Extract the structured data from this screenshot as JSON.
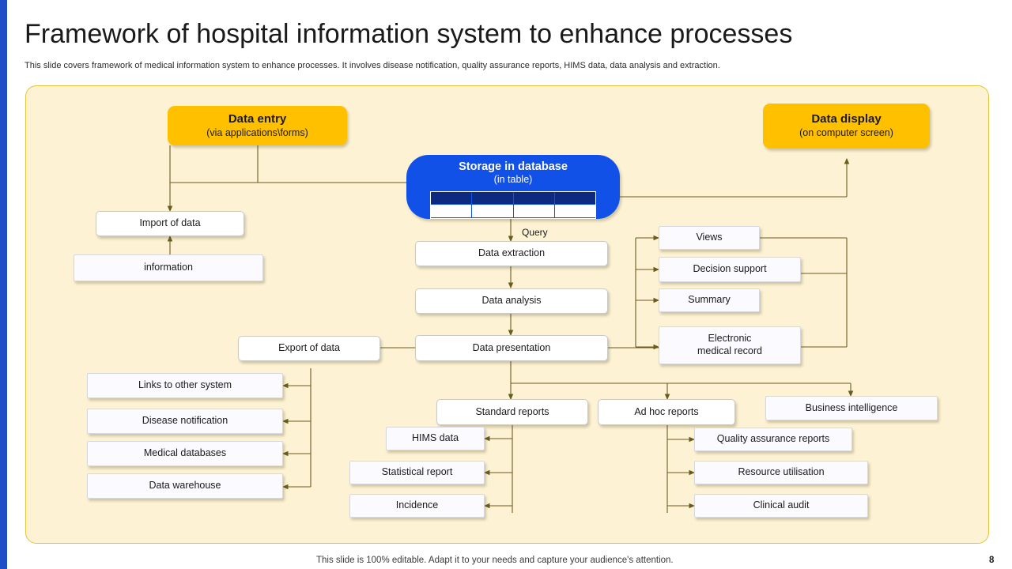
{
  "slide": {
    "title": "Framework of hospital information system to enhance processes",
    "subtitle": "This slide covers framework of medical information system to enhance processes. It involves disease notification, quality assurance reports, HIMS data, data analysis and extraction.",
    "footer": "This slide is 100% editable. Adapt it to your needs and capture your audience's attention.",
    "page_number": "8",
    "accent_color": "#1f4ec9",
    "panel_color": "#fdf3d4",
    "highlight_color": "#ffc000",
    "database_color": "#1151e8"
  },
  "diagram": {
    "data_entry": {
      "line1": "Data entry",
      "line2": "(via applications\\forms)"
    },
    "data_display": {
      "line1": "Data display",
      "line2": "(on computer screen)"
    },
    "database": {
      "line1": "Storage in database",
      "line2": "(in table)"
    },
    "query_label": "Query",
    "left_nodes": [
      {
        "label": "Import of data"
      },
      {
        "label": "information"
      }
    ],
    "center_chain": [
      {
        "label": "Data extraction"
      },
      {
        "label": "Data analysis"
      },
      {
        "label": "Data presentation"
      }
    ],
    "export_node": {
      "label": "Export of data"
    },
    "export_children": [
      {
        "label": "Links to other system"
      },
      {
        "label": "Disease notification"
      },
      {
        "label": "Medical databases"
      },
      {
        "label": "Data warehouse"
      }
    ],
    "display_children": [
      {
        "label": "Views"
      },
      {
        "label": "Decision support"
      },
      {
        "label": "Summary"
      },
      {
        "label": "Electronic\nmedical record"
      }
    ],
    "report_groups": [
      {
        "label": "Standard reports"
      },
      {
        "label": "Ad hoc reports"
      },
      {
        "label": "Business intelligence"
      }
    ],
    "standard_reports_children": [
      {
        "label": "HIMS data"
      },
      {
        "label": "Statistical report"
      },
      {
        "label": "Incidence"
      }
    ],
    "adhoc_reports_children": [
      {
        "label": "Quality assurance reports"
      },
      {
        "label": "Resource utilisation"
      },
      {
        "label": "Clinical audit"
      }
    ]
  }
}
